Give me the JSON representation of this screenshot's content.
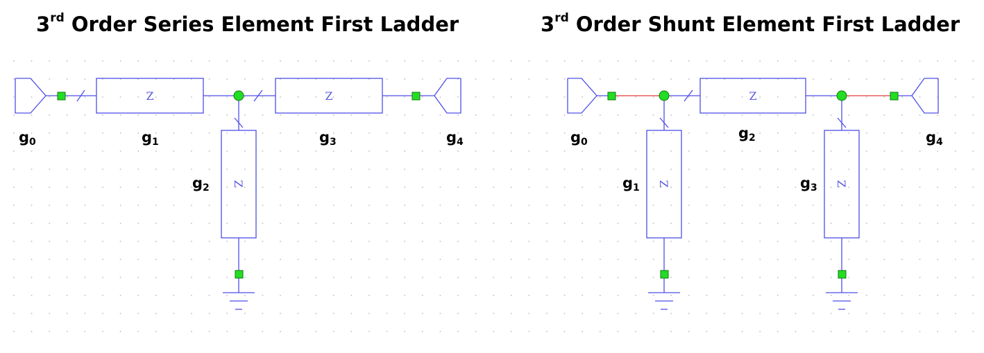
{
  "left": {
    "title_prefix": "3",
    "title_sup": "rd",
    "title_rest": " Order Series Element First Ladder",
    "labels": [
      {
        "g": "g",
        "sub": "0"
      },
      {
        "g": "g",
        "sub": "1"
      },
      {
        "g": "g",
        "sub": "2"
      },
      {
        "g": "g",
        "sub": "3"
      },
      {
        "g": "g",
        "sub": "4"
      }
    ],
    "element_symbol": "Z"
  },
  "right": {
    "title_prefix": "3",
    "title_sup": "rd",
    "title_rest": " Order Shunt Element First Ladder",
    "labels": [
      {
        "g": "g",
        "sub": "0"
      },
      {
        "g": "g",
        "sub": "1"
      },
      {
        "g": "g",
        "sub": "2"
      },
      {
        "g": "g",
        "sub": "3"
      },
      {
        "g": "g",
        "sub": "4"
      }
    ],
    "element_symbol": "Z"
  },
  "colors": {
    "wire": "#4d4de8",
    "red_wire": "#e03a3a",
    "node": "#22dd22",
    "grid_dot": "#b8b8b8"
  }
}
